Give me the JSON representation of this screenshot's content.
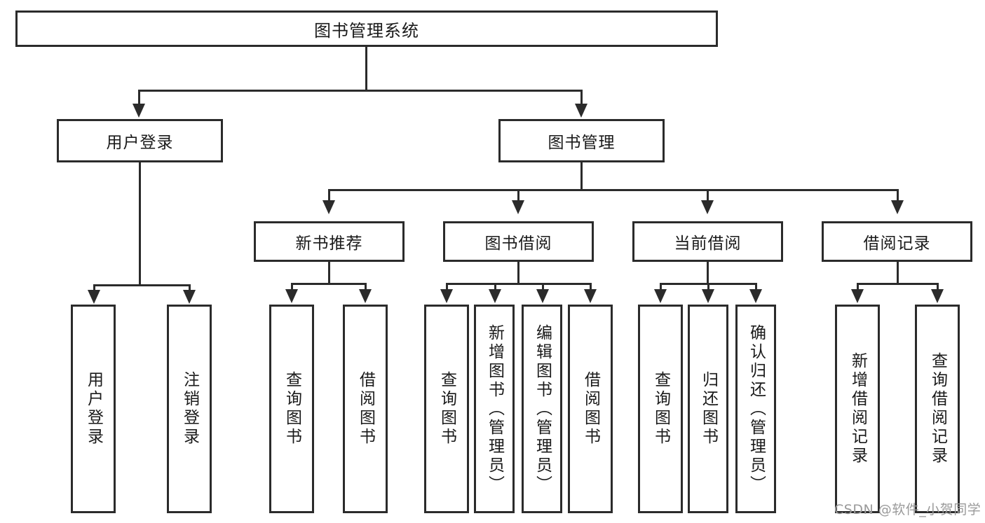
{
  "diagram": {
    "title": "图书管理系统",
    "type": "hierarchy-tree",
    "root": {
      "label": "图书管理系统"
    },
    "level2": [
      {
        "label": "用户登录"
      },
      {
        "label": "图书管理"
      }
    ],
    "level3": [
      {
        "label": "新书推荐"
      },
      {
        "label": "图书借阅"
      },
      {
        "label": "当前借阅"
      },
      {
        "label": "借阅记录"
      }
    ],
    "leaves": {
      "user_login": [
        {
          "label": "用户登录"
        },
        {
          "label": "注销登录"
        }
      ],
      "new_book_recommend": [
        {
          "label": "查询图书"
        },
        {
          "label": "借阅图书"
        }
      ],
      "book_borrow": [
        {
          "label": "查询图书"
        },
        {
          "label": "新增图书（管理员）"
        },
        {
          "label": "编辑图书（管理员）"
        },
        {
          "label": "借阅图书"
        }
      ],
      "current_borrow": [
        {
          "label": "查询图书"
        },
        {
          "label": "归还图书"
        },
        {
          "label": "确认归还（管理员）"
        }
      ],
      "borrow_record": [
        {
          "label": "新增借阅记录"
        },
        {
          "label": "查询借阅记录"
        }
      ]
    }
  },
  "watermark": {
    "text": "CSDN @软件_小贺同学"
  },
  "colors": {
    "stroke": "#2b2b2b",
    "fill": "#ffffff",
    "text": "#1a1a1a",
    "watermark": "#9a9a9a"
  }
}
